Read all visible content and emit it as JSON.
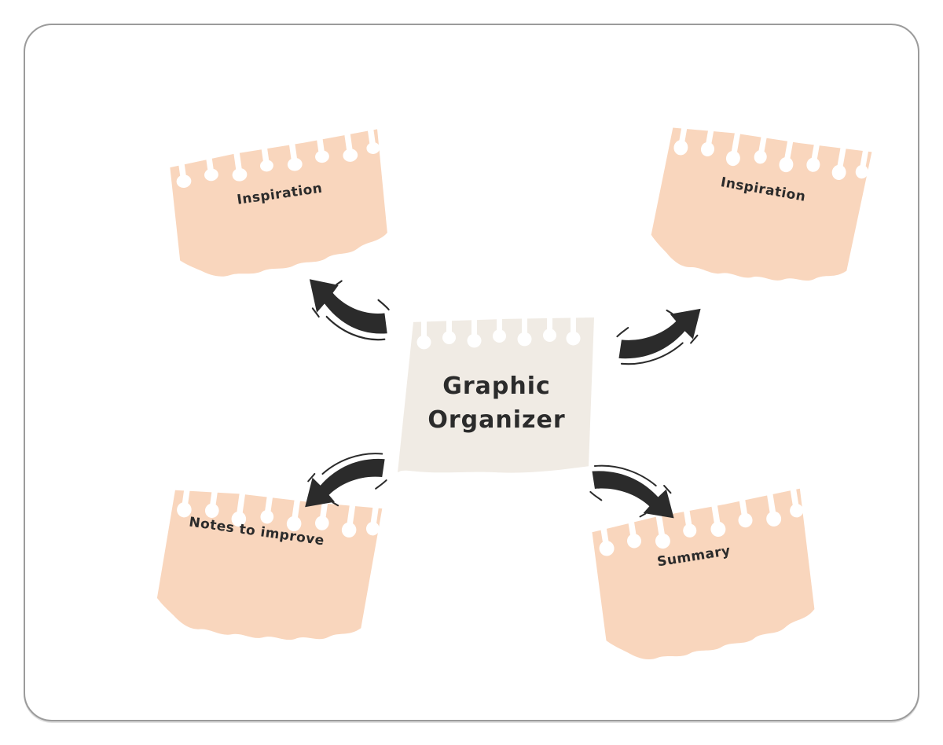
{
  "canvas": {
    "description": "Graphic organizer mind-map with a central note and four torn paper notes connected by curved arrows"
  },
  "colors": {
    "background": "#ffffff",
    "frame_border": "#9b9b9b",
    "note_peach": "#f9d6bd",
    "note_cream": "#f0ebe4",
    "ink": "#2b2b2b"
  },
  "center_note": {
    "lines": [
      "Graphic",
      "Organizer"
    ]
  },
  "notes": [
    {
      "position": "top-left",
      "label": "Inspiration"
    },
    {
      "position": "top-right",
      "label": "Inspiration"
    },
    {
      "position": "bottom-left",
      "label": "Notes to improve"
    },
    {
      "position": "bottom-right",
      "label": "Summary"
    }
  ],
  "arrows": [
    {
      "direction": "top-left"
    },
    {
      "direction": "top-right"
    },
    {
      "direction": "bottom-left"
    },
    {
      "direction": "bottom-right"
    }
  ]
}
